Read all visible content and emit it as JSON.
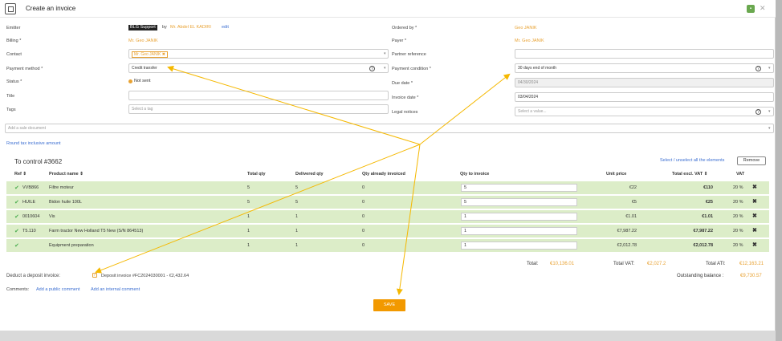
{
  "window": {
    "title": "Create an invoice"
  },
  "form": {
    "emitter": {
      "label": "Emitter",
      "tag": "BLG Support",
      "by": "by",
      "name": "Mr. Abdel EL KADIRI",
      "edit": "edit"
    },
    "billing": {
      "label": "Billing *",
      "value": "Mr. Geo JANIK"
    },
    "contact": {
      "label": "Contact",
      "chip": "Mr. Geo JANIK ✖"
    },
    "payment_method": {
      "label": "Payment method *",
      "value": "Credit transfer"
    },
    "status": {
      "label": "Status *",
      "value": "Not sent"
    },
    "title": {
      "label": "Title",
      "value": ""
    },
    "tags": {
      "label": "Tags",
      "placeholder": "Select a tag"
    },
    "ordered_by": {
      "label": "Ordered by *",
      "value": "Geo JANIK"
    },
    "payer": {
      "label": "Payer *",
      "value": "Mr. Geo JANIK"
    },
    "partner_reference": {
      "label": "Partner reference",
      "value": ""
    },
    "payment_condition": {
      "label": "Payment condition *",
      "value": "30 days end of month"
    },
    "due_date": {
      "label": "Due date *",
      "value": "04/30/2024"
    },
    "invoice_date": {
      "label": "Invoice date *",
      "value": "03/04/2024"
    },
    "legal_notices": {
      "label": "Legal notices",
      "placeholder": "Select a value..."
    },
    "sale_document": {
      "placeholder": "Add a sale document"
    },
    "round_tax": "Round tax inclusive amount"
  },
  "table": {
    "title": "To control #3662",
    "select_all": "Select / unselect all the elements",
    "remove": "Remove",
    "headers": {
      "ref": "Ref ⇕",
      "product": "Product name ⇕",
      "total_qty": "Total qty",
      "delivered_qty": "Delivered qty",
      "qty_invoiced": "Qty already invoiced",
      "qty_to_invoice": "Qty to invoice",
      "unit_price": "Unit price",
      "total_excl_vat": "Total excl. VAT ⇕",
      "vat": "VAT"
    },
    "rows": [
      {
        "ref": "VVB866",
        "product": "Filtre moteur",
        "total_qty": "5",
        "delivered": "5",
        "invoiced": "0",
        "to_invoice": "5",
        "unit_price": "€22",
        "total": "€110",
        "vat": "20 %"
      },
      {
        "ref": "HUILE",
        "product": "Bidon huile 100L",
        "total_qty": "5",
        "delivered": "5",
        "invoiced": "0",
        "to_invoice": "5",
        "unit_price": "€5",
        "total": "€25",
        "vat": "20 %"
      },
      {
        "ref": "0010604",
        "product": "Vis",
        "total_qty": "1",
        "delivered": "1",
        "invoiced": "0",
        "to_invoice": "1",
        "unit_price": "€1.01",
        "total": "€1.01",
        "vat": "20 %"
      },
      {
        "ref": "T5.110",
        "product": "Farm tractor New Holland T5 New (S/N 864513)",
        "total_qty": "1",
        "delivered": "1",
        "invoiced": "0",
        "to_invoice": "1",
        "unit_price": "€7,987.22",
        "total": "€7,987.22",
        "vat": "20 %"
      },
      {
        "ref": "",
        "product": "Equipment preparation",
        "total_qty": "1",
        "delivered": "1",
        "invoiced": "0",
        "to_invoice": "1",
        "unit_price": "€2,012.78",
        "total": "€2,012.78",
        "vat": "20 %"
      }
    ]
  },
  "totals": {
    "total_label": "Total:",
    "total_value": "€10,136.01",
    "vat_label": "Total VAT:",
    "vat_value": "€2,027.2",
    "ati_label": "Total ATI:",
    "ati_value": "€12,163.21",
    "outstanding_label": "Outstanding balance :",
    "outstanding_value": "€9,730.57"
  },
  "deposit": {
    "label": "Deduct a deposit invoice:",
    "value": "Deposit invoice #FC2024030001 - €2,432.64"
  },
  "comments": {
    "label": "Comments:",
    "public": "Add a public comment",
    "internal": "Add an internal comment"
  },
  "save": "SAVE",
  "colors": {
    "accent": "#f29900",
    "row_bg": "#dcedc8",
    "link": "#3b6ed1"
  }
}
